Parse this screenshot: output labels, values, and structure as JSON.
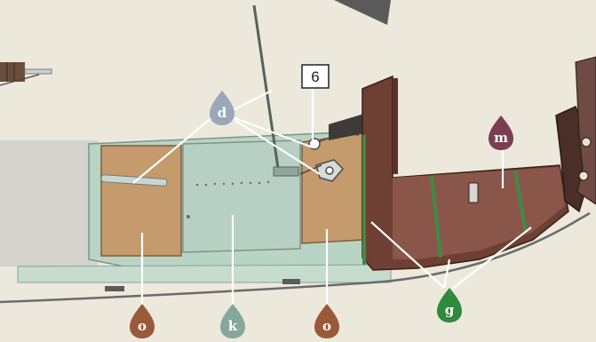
{
  "step_badge": "6",
  "markers": {
    "d": {
      "label": "d",
      "color": "#9aa8b8"
    },
    "m": {
      "label": "m",
      "color": "#7a3e52"
    },
    "g": {
      "label": "g",
      "color": "#2f8a3c"
    },
    "k": {
      "label": "k",
      "color": "#86a89a"
    },
    "o_left": {
      "label": "o",
      "color": "#9a5a3a"
    },
    "o_right": {
      "label": "o",
      "color": "#9a5a3a"
    }
  }
}
